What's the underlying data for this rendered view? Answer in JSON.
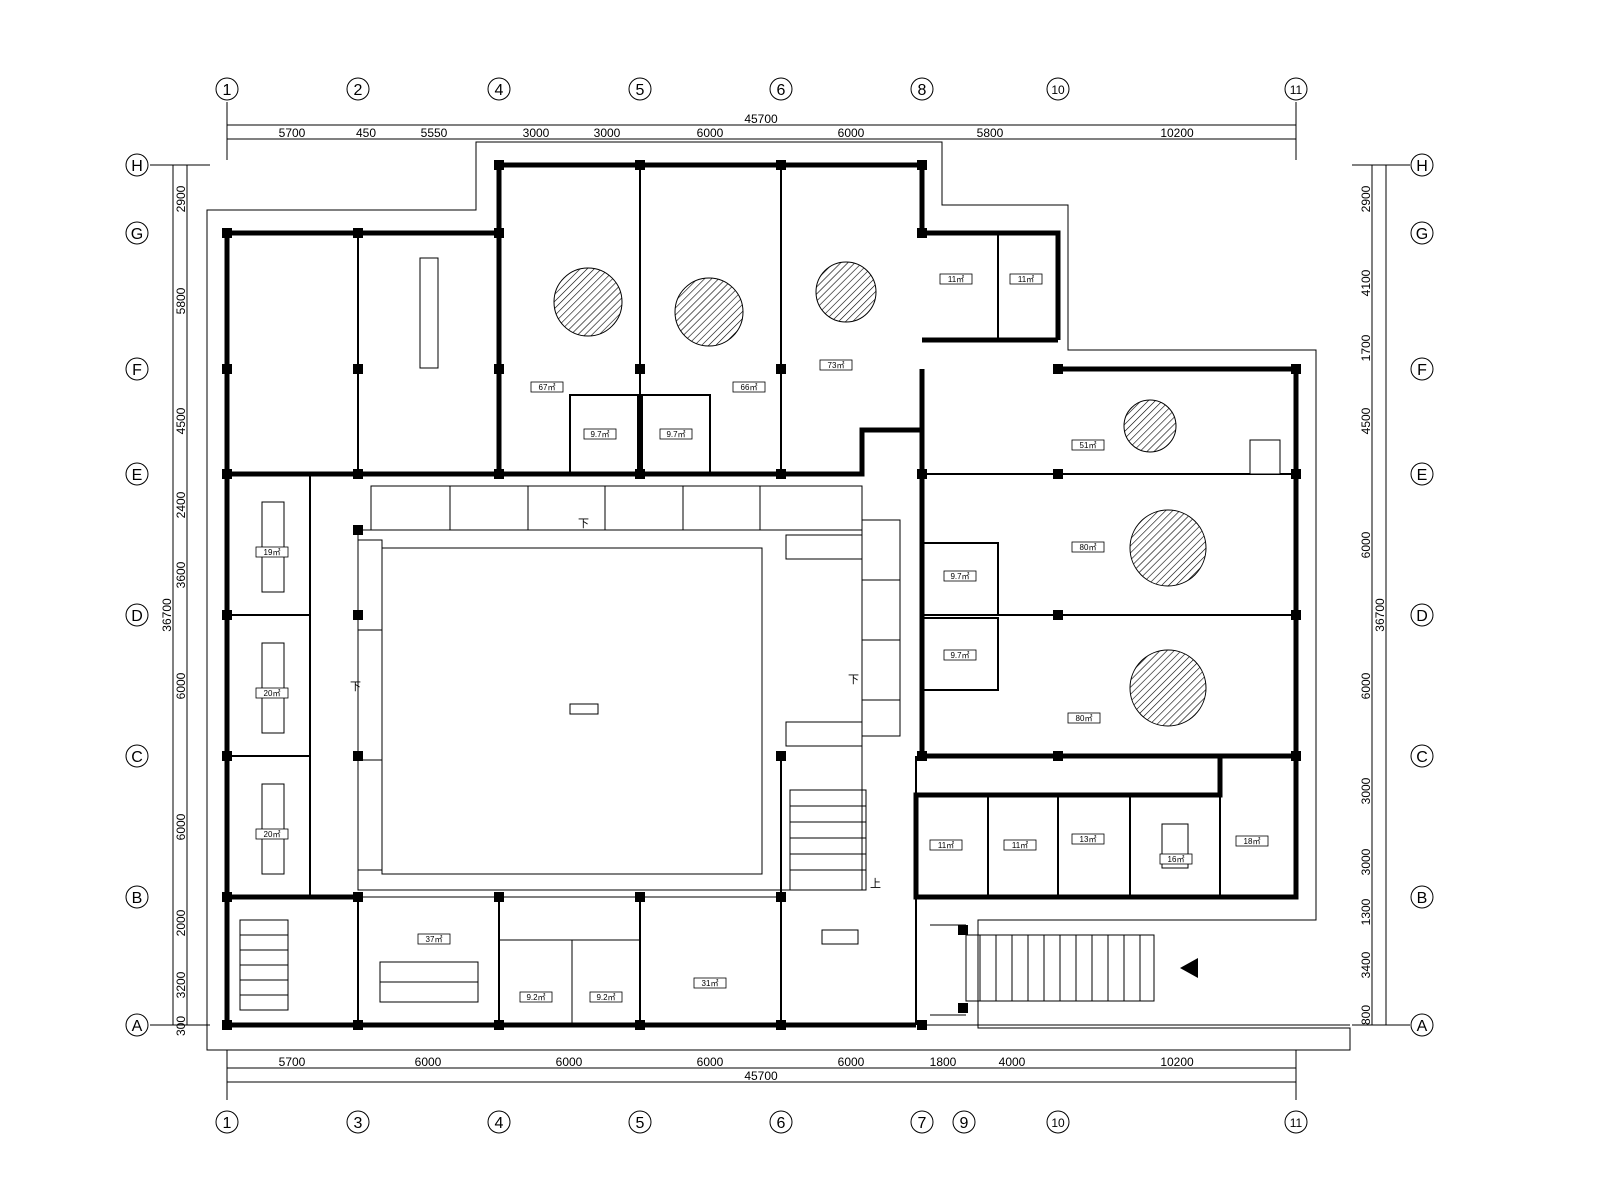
{
  "grid": {
    "top": [
      "1",
      "2",
      "4",
      "5",
      "6",
      "8",
      "10",
      "11"
    ],
    "bottom": [
      "1",
      "3",
      "4",
      "5",
      "6",
      "7",
      "9",
      "10",
      "11"
    ],
    "left": [
      "H",
      "G",
      "F",
      "E",
      "D",
      "C",
      "B",
      "A"
    ],
    "right": [
      "H",
      "G",
      "F",
      "E",
      "D",
      "C",
      "B",
      "A"
    ]
  },
  "dims": {
    "top_total": "45700",
    "top_segments": [
      "5700",
      "450",
      "5550",
      "3000",
      "3000",
      "6000",
      "6000",
      "5800",
      "10200"
    ],
    "bottom_total": "45700",
    "bottom_segments": [
      "5700",
      "6000",
      "6000",
      "6000",
      "6000",
      "1800",
      "4000",
      "10200"
    ],
    "left_total": "36700",
    "left_segments": [
      "2900",
      "5800",
      "4500",
      "2400",
      "3600",
      "6000",
      "6000",
      "2000",
      "3200",
      "300"
    ],
    "right_total": "36700",
    "right_segments": [
      "2900",
      "4100",
      "1700",
      "4500",
      "6000",
      "6000",
      "3000",
      "3000",
      "1300",
      "3400",
      "800"
    ]
  },
  "rooms": {
    "r1": "9.7㎡",
    "r2": "9.7㎡",
    "r3": "9.7㎡",
    "r4": "9.7㎡",
    "r5": "11㎡",
    "r6": "11㎡",
    "r7": "67㎡",
    "r8": "66㎡",
    "r9": "73㎡",
    "r10": "51㎡",
    "r11": "80㎡",
    "r12": "80㎡",
    "r13": "19㎡",
    "r14": "20㎡",
    "r15": "20㎡",
    "r16": "37㎡",
    "r17": "9.2㎡",
    "r18": "9.2㎡",
    "r19": "31㎡",
    "r20": "11㎡",
    "r21": "11㎡",
    "r22": "13㎡",
    "r23": "16㎡",
    "r24": "18㎡"
  },
  "stairs": {
    "down1": "下",
    "down2": "下",
    "down3": "下",
    "up": "上"
  }
}
